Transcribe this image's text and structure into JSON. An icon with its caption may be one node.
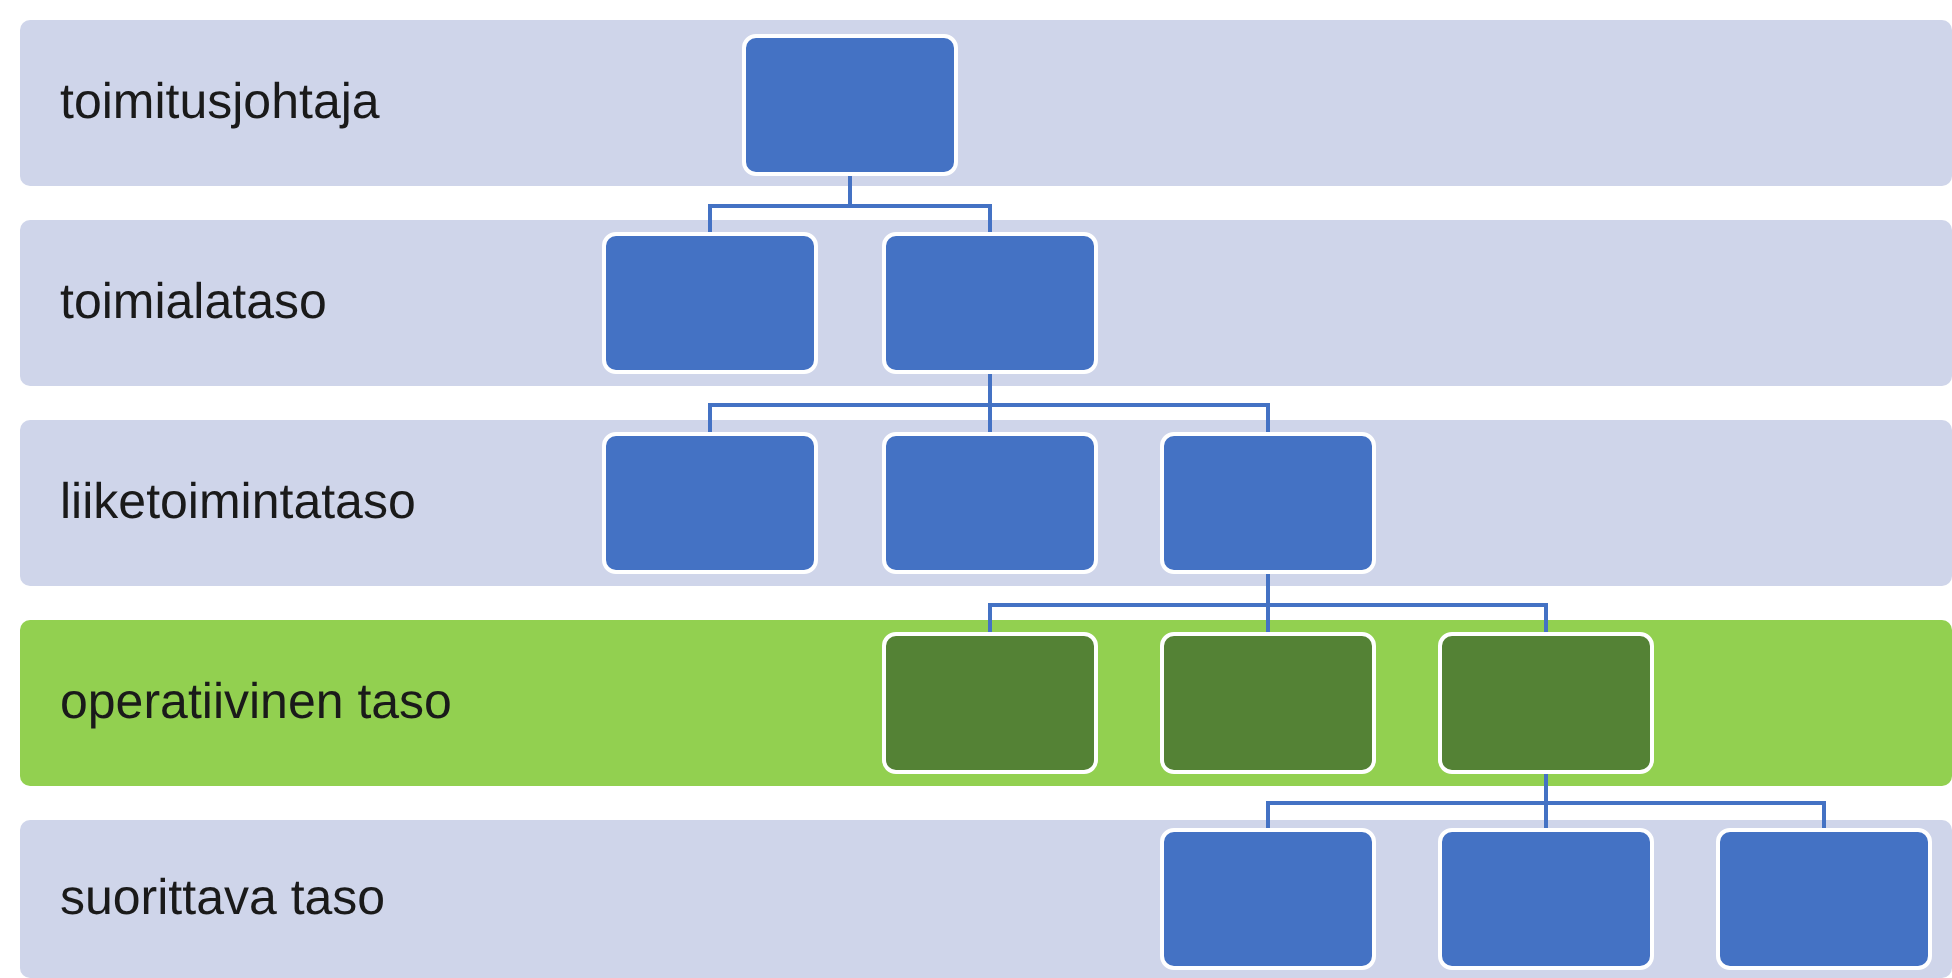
{
  "diagram": {
    "nodes": [
      {
        "text": [
          "toimitusjohtaja"
        ]
      },
      {
        "text": [],
        "shape": "box",
        "in": 0
      },
      {
        "text": [
          "toimialataso"
        ]
      },
      {
        "text": [],
        "shape": "box",
        "in": 2
      },
      {
        "text": [],
        "shape": "box",
        "in": 2
      },
      {
        "text": [
          "liiketoimintataso"
        ]
      },
      {
        "text": [],
        "shape": "box",
        "in": 5
      },
      {
        "text": [],
        "shape": "box",
        "in": 5
      },
      {
        "text": [],
        "shape": "box",
        "in": 5
      },
      {
        "text": [
          "operatiivinen taso"
        ]
      },
      {
        "text": [],
        "shape": "box",
        "in": 9
      },
      {
        "text": [],
        "shape": "box",
        "in": 9
      },
      {
        "text": [],
        "shape": "box",
        "in": 9
      },
      {
        "text": [
          "suorittava taso"
        ]
      },
      {
        "text": [],
        "shape": "box",
        "in": 13
      },
      {
        "text": [],
        "shape": "box",
        "in": 13
      },
      {
        "text": [],
        "shape": "box",
        "in": 13
      }
    ],
    "edges": [
      {
        "from": 1,
        "to": 3,
        "arrow": "none"
      },
      {
        "from": 1,
        "to": 4,
        "arrow": "none"
      },
      {
        "from": 4,
        "to": 6,
        "arrow": "none"
      },
      {
        "from": 4,
        "to": 7,
        "arrow": "none"
      },
      {
        "from": 4,
        "to": 8,
        "arrow": "none"
      },
      {
        "from": 8,
        "to": 10,
        "arrow": "none"
      },
      {
        "from": 8,
        "to": 11,
        "arrow": "none"
      },
      {
        "from": 8,
        "to": 12,
        "arrow": "none"
      },
      {
        "from": 12,
        "to": 14,
        "arrow": "none"
      },
      {
        "from": 12,
        "to": 15,
        "arrow": "none"
      },
      {
        "from": 12,
        "to": 16,
        "arrow": "none"
      }
    ]
  }
}
